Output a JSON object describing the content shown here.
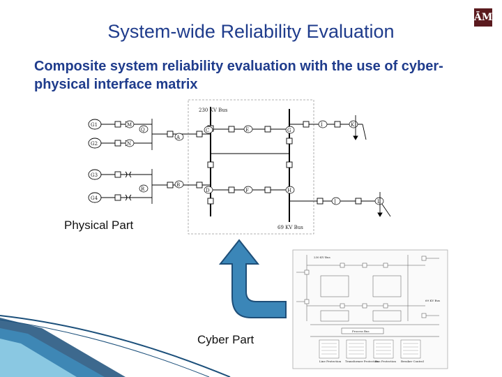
{
  "slide": {
    "title": "System-wide Reliability Evaluation",
    "subtitle": "Composite system reliability evaluation with the use of cyber-physical interface matrix",
    "logo": "ĀM",
    "physical_label": "Physical Part",
    "cyber_label": "Cyber Part"
  },
  "diagram": {
    "bus_230": "230 KV Bus",
    "bus_69": "69 KV Bus",
    "generators": [
      "G1",
      "G2",
      "G3",
      "G4"
    ],
    "node_labels": [
      "M",
      "N",
      "Q",
      "R",
      "A",
      "B",
      "C",
      "D",
      "E",
      "F",
      "G",
      "H",
      "I",
      "J",
      "K",
      "L"
    ],
    "cyber_bus_230": "230 KV Bus",
    "cyber_bus_69": "69 KV Bus",
    "process_bus": "Process Bus",
    "cyber_groups": [
      "Line Protection",
      "Transformer Protection",
      "Bus Protection",
      "Breaker Control"
    ]
  },
  "colors": {
    "title": "#1f3c8c",
    "arrow_fill": "#3b86b8",
    "arrow_stroke": "#1e4e78",
    "swoosh_dark": "#1b4f7a",
    "swoosh_light": "#9ed8ee",
    "logo": "#5a1a1e"
  }
}
